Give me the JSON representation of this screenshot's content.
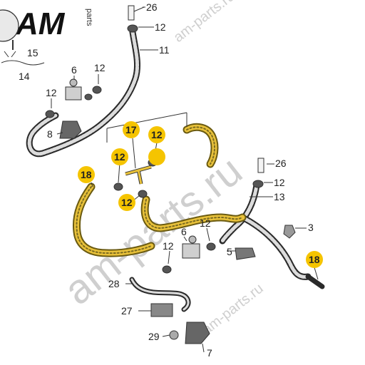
{
  "logo": {
    "brand": "AM",
    "suffix": "parts"
  },
  "watermark": {
    "main": "am-parts.ru",
    "small1": "am-parts.ru",
    "small2": "am-parts.ru"
  },
  "highlight_color": "#f5c400",
  "hose_color": "#2a2a2a",
  "highlight_hose_color": "#e8c13a",
  "callouts": [
    {
      "id": "c26a",
      "text": "26",
      "hl": false
    },
    {
      "id": "c12a",
      "text": "12",
      "hl": false
    },
    {
      "id": "c11",
      "text": "11",
      "hl": false
    },
    {
      "id": "c15",
      "text": "15",
      "hl": false
    },
    {
      "id": "c14",
      "text": "14",
      "hl": false
    },
    {
      "id": "c6a",
      "text": "6",
      "hl": false
    },
    {
      "id": "c12b",
      "text": "12",
      "hl": false
    },
    {
      "id": "c12c",
      "text": "12",
      "hl": false
    },
    {
      "id": "c8",
      "text": "8",
      "hl": false
    },
    {
      "id": "c17",
      "text": "17",
      "hl": true
    },
    {
      "id": "c12d",
      "text": "12",
      "hl": true
    },
    {
      "id": "c12e",
      "text": "12",
      "hl": true
    },
    {
      "id": "c18a",
      "text": "18",
      "hl": true
    },
    {
      "id": "c12f",
      "text": "12",
      "hl": true
    },
    {
      "id": "c26b",
      "text": "26",
      "hl": false
    },
    {
      "id": "c12g",
      "text": "12",
      "hl": false
    },
    {
      "id": "c13",
      "text": "13",
      "hl": false
    },
    {
      "id": "c3",
      "text": "3",
      "hl": false
    },
    {
      "id": "c6b",
      "text": "6",
      "hl": false
    },
    {
      "id": "c12h",
      "text": "12",
      "hl": false
    },
    {
      "id": "c5",
      "text": "5",
      "hl": false
    },
    {
      "id": "c12i",
      "text": "12",
      "hl": false
    },
    {
      "id": "c18b",
      "text": "18",
      "hl": true
    },
    {
      "id": "c28",
      "text": "28",
      "hl": false
    },
    {
      "id": "c27",
      "text": "27",
      "hl": false
    },
    {
      "id": "c29",
      "text": "29",
      "hl": false
    },
    {
      "id": "c7",
      "text": "7",
      "hl": false
    }
  ]
}
